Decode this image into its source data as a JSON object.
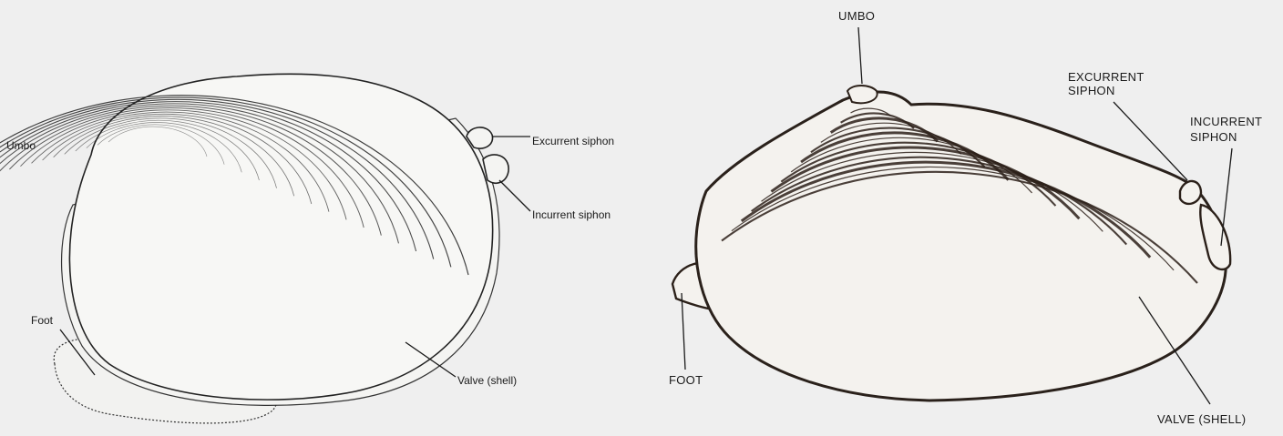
{
  "figure_left": {
    "labels": {
      "umbo": "Umbo",
      "excurrent": "Excurrent siphon",
      "incurrent": "Incurrent siphon",
      "foot": "Foot",
      "valve": "Valve (shell)"
    }
  },
  "figure_right": {
    "labels": {
      "umbo": "UMBO",
      "excurrent_1": "EXCURRENT",
      "excurrent_2": "SIPHON",
      "incurrent_1": "INCURRENT",
      "incurrent_2": "SIPHON",
      "foot": "FOOT",
      "valve": "VALVE (SHELL)"
    }
  },
  "colors": {
    "paper": "#efefef",
    "ink_left": "#222222",
    "ink_right": "#2b2019"
  }
}
